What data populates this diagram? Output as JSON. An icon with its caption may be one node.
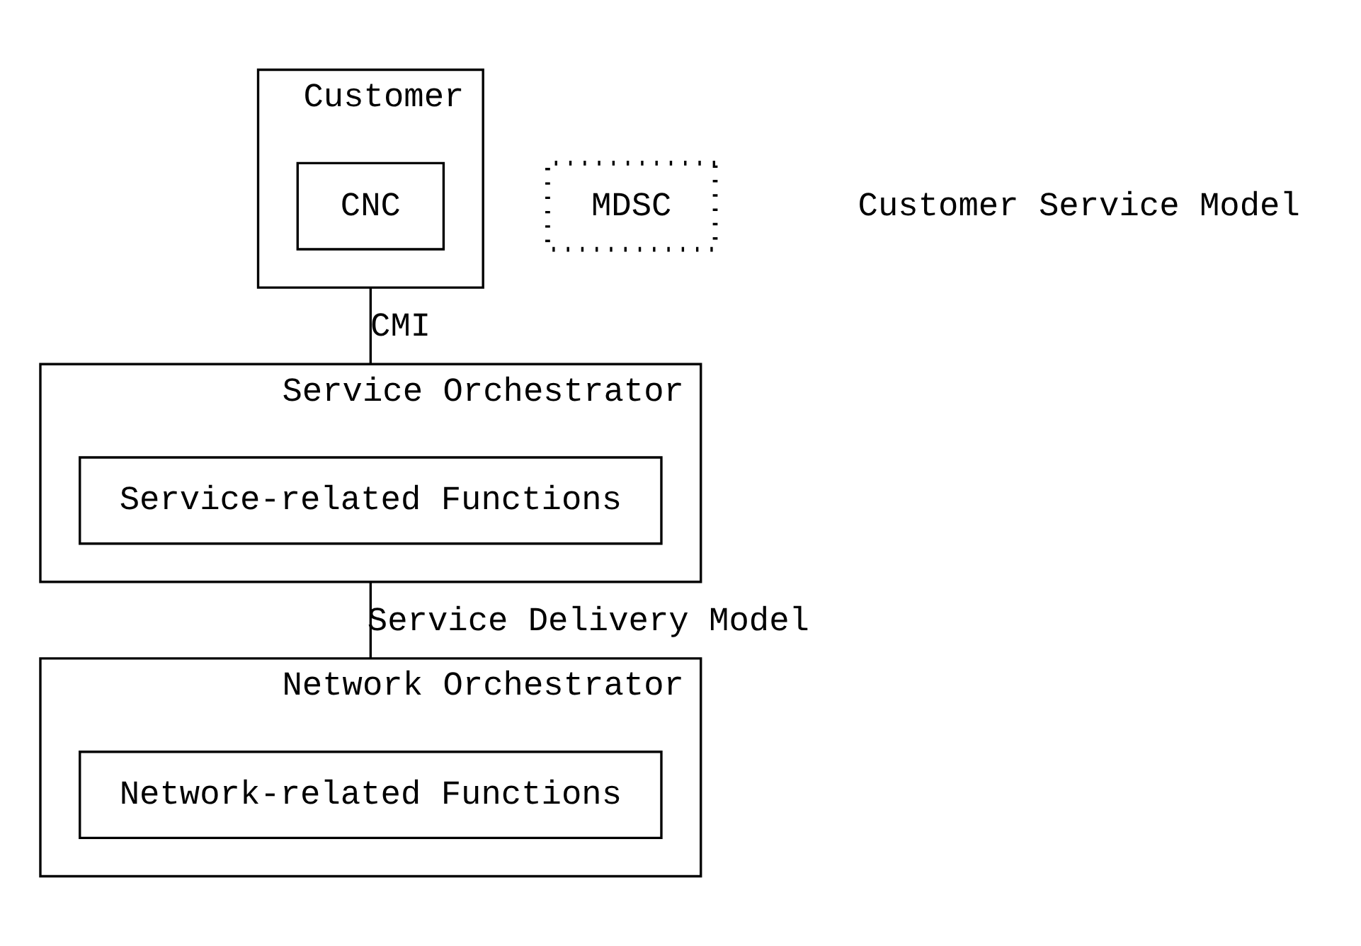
{
  "diagram": {
    "nodes": [
      {
        "text": [
          "Customer"
        ]
      },
      {
        "text": [
          "CNC"
        ],
        "in": 0
      },
      {
        "text": [
          "MDSC"
        ]
      },
      {
        "text": [
          "Service Orchestrator"
        ]
      },
      {
        "text": [
          "Service-related Functions"
        ],
        "in": 3
      },
      {
        "text": [
          "Network Orchestrator"
        ]
      },
      {
        "text": [
          "Network-related Functions"
        ],
        "in": 5
      }
    ],
    "edges": [
      {
        "from": 0,
        "to": 3,
        "arrow": "none",
        "label": "CMI"
      },
      {
        "from": 3,
        "to": 5,
        "arrow": "none",
        "label": "Service Delivery Model"
      }
    ],
    "labels": [
      "Customer Service Model"
    ]
  }
}
